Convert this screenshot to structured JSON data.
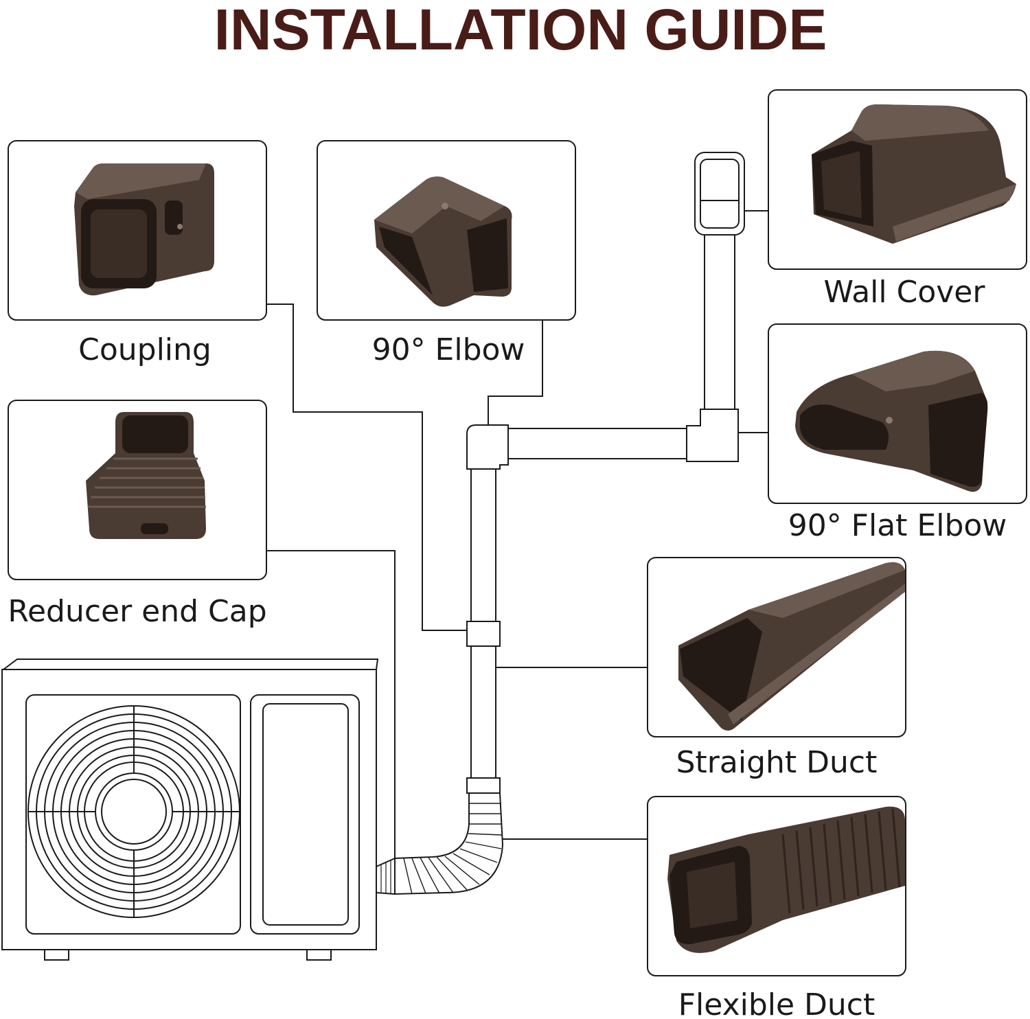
{
  "title": "INSTALLATION GUIDE",
  "colors": {
    "title": "#4a1c17",
    "part_fill": "#4a3b33",
    "part_light": "#6b5a50",
    "part_dark": "#241a15",
    "line": "#1a1a1a"
  },
  "parts": [
    {
      "id": "coupling",
      "label": "Coupling",
      "icon": "coupling-part-icon"
    },
    {
      "id": "elbow90",
      "label": "90° Elbow",
      "icon": "elbow-part-icon"
    },
    {
      "id": "wallcover",
      "label": "Wall Cover",
      "icon": "wall-cover-part-icon"
    },
    {
      "id": "flatelbow",
      "label": "90° Flat Elbow",
      "icon": "flat-elbow-part-icon"
    },
    {
      "id": "reducer",
      "label": "Reducer end Cap",
      "icon": "reducer-part-icon"
    },
    {
      "id": "straight",
      "label": "Straight Duct",
      "icon": "straight-duct-part-icon"
    },
    {
      "id": "flexible",
      "label": "Flexible Duct",
      "icon": "flexible-duct-part-icon"
    }
  ]
}
